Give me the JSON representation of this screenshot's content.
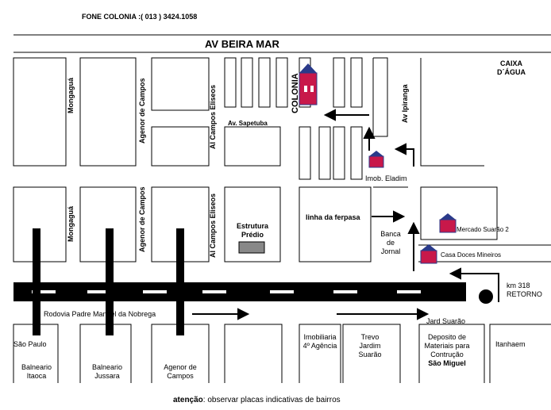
{
  "header": {
    "phone": "FONE COLONIA :( 013 ) 3424.1058"
  },
  "streets": {
    "beira_mar": "AV BEIRA MAR",
    "mongagua_1": "Mongaguá",
    "mongagua_2": "Mongaguá",
    "agenor_1": "Agenor de Campos",
    "agenor_2": "Agenor de Campos",
    "campos_eliseos_1": "Al Campos Eliseos",
    "campos_eliseos_2": "Al Campos Eliseos",
    "sapetuba": "Av. Sapetuba",
    "ipiranga": "Av Ipiranga",
    "rodovia": "Rodovia Padre Manoel da Nobrega",
    "jard_suarao": "Jard Suarão"
  },
  "labels": {
    "colonia": "COLONIA",
    "caixa_agua": [
      "CAIXA",
      "D´ÁGUA"
    ],
    "imob_eladim": "Imob. Eladim",
    "estrutura": [
      "Estrutura",
      "Prédio"
    ],
    "linha_ferpasa": "linha da ferpasa",
    "banca": [
      "Banca",
      "de",
      "Jornal"
    ],
    "mercado": "Mercado Suarão 2",
    "casa_doces": "Casa Doces Mineiros",
    "km318": [
      "km 318",
      "RETORNO"
    ]
  },
  "bottom_places": {
    "sao_paulo": "São Paulo",
    "itaoca": [
      "Balneario",
      "Itaoca"
    ],
    "jussara": [
      "Balneario",
      "Jussara"
    ],
    "agenor": [
      "Agenor de",
      "Campos"
    ],
    "imobiliaria": [
      "Imobiliaria",
      "4º Agência"
    ],
    "trevo": [
      "Trevo",
      "Jardim",
      "Suarão"
    ],
    "deposito": [
      "Deposito de",
      "Materiais para",
      "Contrução"
    ],
    "sao_miguel": "São Miguel",
    "itanhaem": "Itanhaem"
  },
  "footer": {
    "atencao": "atenção",
    "note": ": observar placas indicativas de bairros"
  },
  "colors": {
    "building": "#c8184a",
    "roof": "#2a3a8a",
    "road": "#000000",
    "line": "#000000"
  }
}
